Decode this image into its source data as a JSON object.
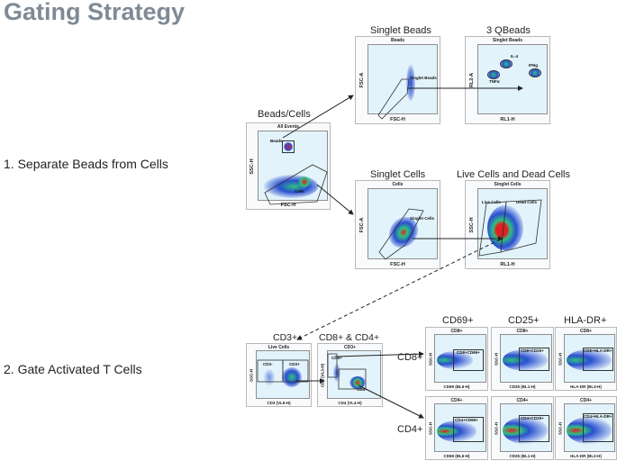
{
  "title": "Gating Strategy",
  "steps": {
    "step1": "1. Separate Beads from Cells",
    "step2": "2. Gate Activated T Cells"
  },
  "groups": {
    "beads_cells": "Beads/Cells",
    "singlet_beads": "Singlet Beads",
    "qbeads": "3 QBeads",
    "singlet_cells": "Singlet Cells",
    "live_dead": "Live Cells and Dead Cells",
    "cd3": "CD3+",
    "cd8_cd4": "CD8+ & CD4+",
    "cd69": "CD69+",
    "cd25": "CD25+",
    "hladr": "HLA-DR+",
    "cd8_side": "CD8+",
    "cd4_side": "CD4+"
  },
  "panels": {
    "p_all": {
      "title": "All Events",
      "x": "FSC-H",
      "y": "SSC-H",
      "gates": [
        "Beads",
        "Cells"
      ]
    },
    "p_beads": {
      "title": "Beads",
      "x": "FSC-H",
      "y": "FSC-A",
      "gates": [
        "Singlet Beads"
      ]
    },
    "p_qbeads": {
      "title": "Singlet Beads",
      "x": "RL1-H",
      "y": "RL2-A",
      "gates": [
        "IL-4",
        "TNFα",
        "IFNg"
      ]
    },
    "p_cells": {
      "title": "Cells",
      "x": "FSC-H",
      "y": "FSC-A",
      "gates": [
        "Singlet Cells"
      ]
    },
    "p_livedead": {
      "title": "Singlet Cells",
      "x": "RL1-H",
      "y": "SSC-H",
      "gates": [
        "Live Cells",
        "Dead Cells"
      ]
    },
    "p_cd3": {
      "title": "Live Cells",
      "x": "CD3 (VL6-H)",
      "y": "SSC-H",
      "gates": [
        "CD3-",
        "CD3+"
      ]
    },
    "p_cd8cd4": {
      "title": "CD3+",
      "x": "CD4 (VL4-H)",
      "y": "CD8 (VL3-H)",
      "gates": [
        "CD8+",
        "CD4+"
      ]
    },
    "p_cd8_69": {
      "title": "CD8+",
      "x": "CD69 (BL6-H)",
      "y": "SSC-H",
      "gates": [
        "CD8+CD69+"
      ]
    },
    "p_cd8_25": {
      "title": "CD8+",
      "x": "CD25 (BL1-H)",
      "y": "SSC-H",
      "gates": [
        "CD8+CD25+"
      ]
    },
    "p_cd8_dr": {
      "title": "CD8+",
      "x": "HLA-DR (BL3-H)",
      "y": "SSC-H",
      "gates": [
        "CD8+HLA-DR+"
      ]
    },
    "p_cd4_69": {
      "title": "CD4+",
      "x": "CD69 (BL6-H)",
      "y": "SSC-H",
      "gates": [
        "CD4+CD69+"
      ]
    },
    "p_cd4_25": {
      "title": "CD4+",
      "x": "CD25 (BL1-H)",
      "y": "SSC-H",
      "gates": [
        "CD4+CD25+"
      ]
    },
    "p_cd4_dr": {
      "title": "CD4+",
      "x": "HLA-DR (BL3-H)",
      "y": "SSC-H",
      "gates": [
        "CD4+HLA-DR+"
      ]
    }
  },
  "colors": {
    "plot_bg": "#e3f3fb",
    "events": "#2a4fd0",
    "dense": "#e02020",
    "mid": "#28c070",
    "title": "#7f8a96"
  }
}
